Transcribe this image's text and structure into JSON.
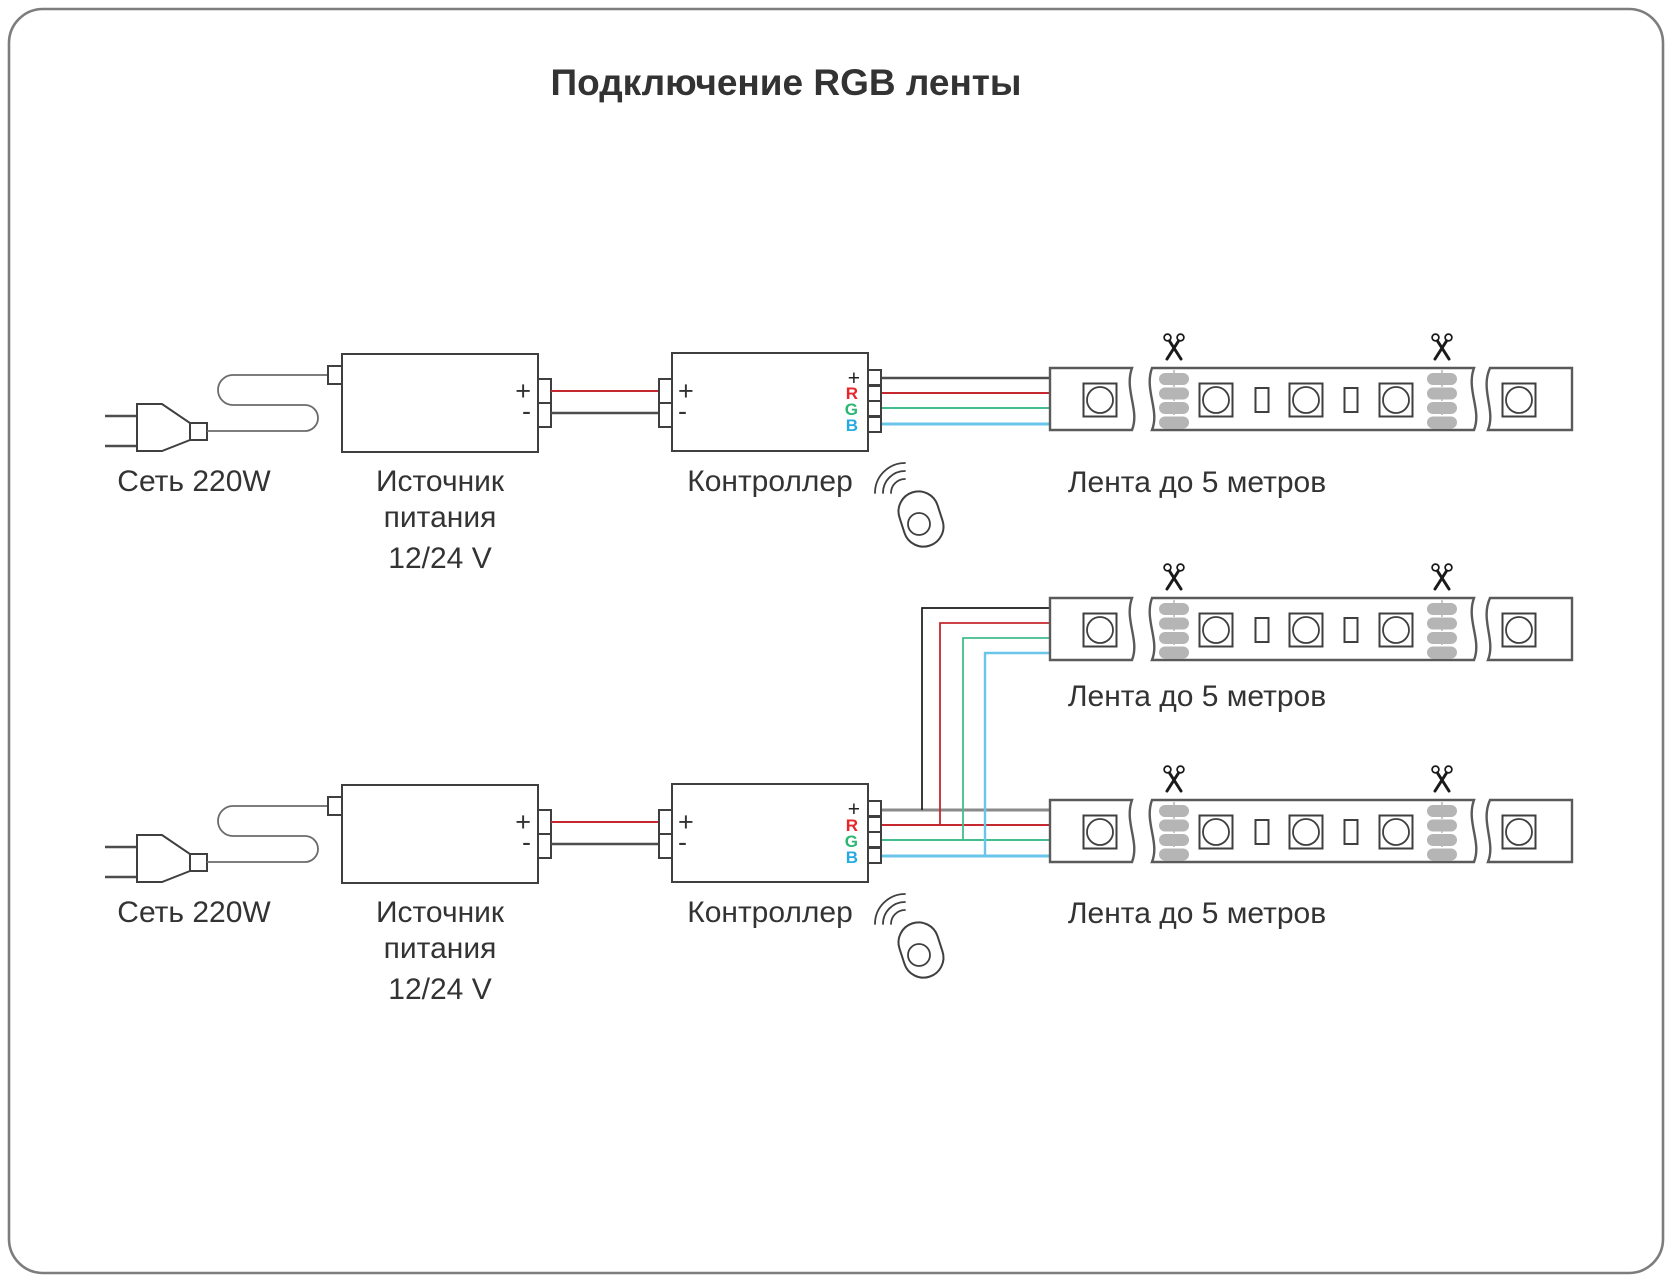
{
  "title": "Подключение RGB ленты",
  "labels": {
    "mains": "Сеть 220W",
    "psu_line1": "Источник",
    "psu_line2": "питания",
    "psu_voltage": "12/24 V",
    "controller": "Контроллер",
    "strip": "Лента до 5 метров"
  },
  "terminals": {
    "plus": "+",
    "minus": "-",
    "red": "R",
    "green": "G",
    "blue": "B"
  },
  "structure": {
    "top_diagram_strips": 1,
    "bottom_diagram_strips": 2,
    "leds_visible_per_strip": 5,
    "cut_points_per_strip": 2
  },
  "icons": {
    "scissors": "scissors-icon",
    "remote": "remote-control-icon",
    "wireless_waves": "wireless-waves-icon"
  },
  "colors": {
    "red_wire": "#c5282e",
    "green_wire": "#43bd8e",
    "blue_wire": "#6ac5ea",
    "dark_wire": "#4d4d4d",
    "label_r": "#e5262b",
    "label_g": "#2bb673",
    "label_b": "#27a9e1",
    "outline": "#3f3f3f",
    "strip_outline": "#5a5a5a",
    "pad_gray": "#b5b5b5",
    "text": "#333333",
    "border": "#7d7d7d"
  }
}
